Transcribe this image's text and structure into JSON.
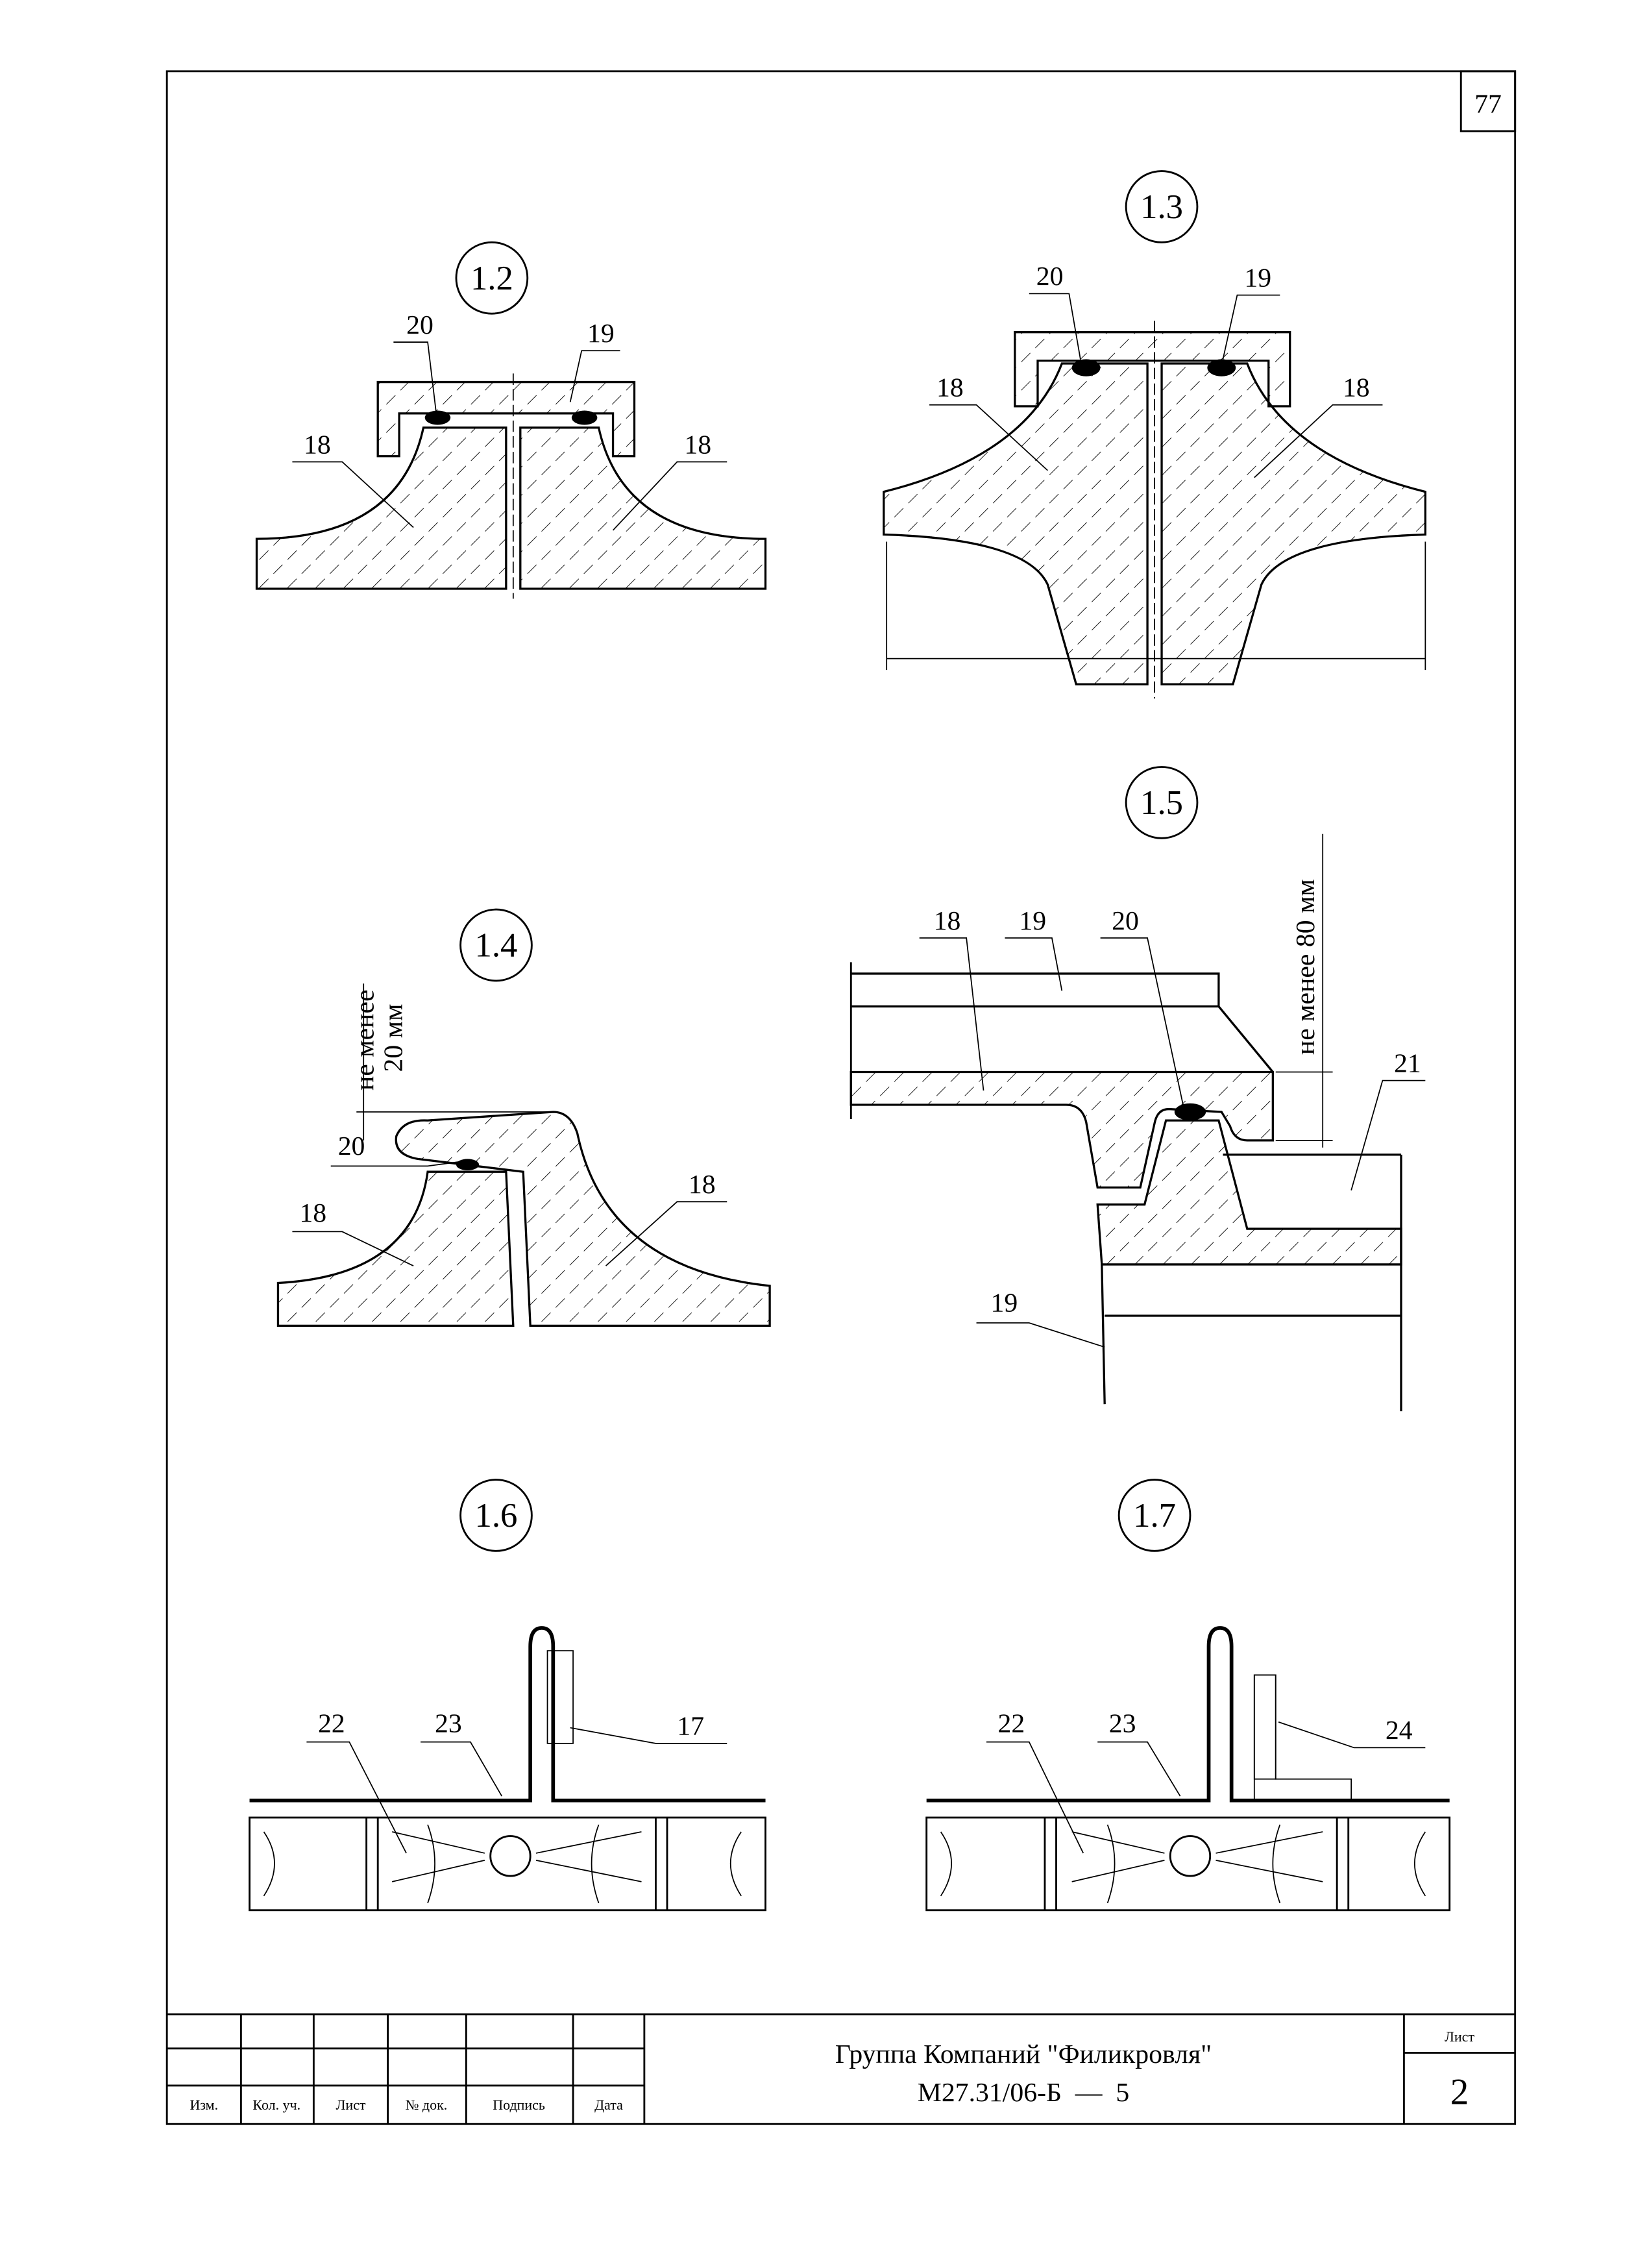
{
  "sheet_number": "77",
  "figures": {
    "f12": {
      "id": "1.2",
      "callouts": [
        "20",
        "19",
        "18",
        "18"
      ]
    },
    "f13": {
      "id": "1.3",
      "callouts": [
        "20",
        "19",
        "18",
        "18"
      ]
    },
    "f14": {
      "id": "1.4",
      "callouts": [
        "20",
        "18",
        "18"
      ],
      "dimension": [
        "не менее",
        "20 мм"
      ]
    },
    "f15": {
      "id": "1.5",
      "callouts": [
        "18",
        "19",
        "20",
        "21",
        "19"
      ],
      "dimension": "не менее 80 мм"
    },
    "f16": {
      "id": "1.6",
      "callouts": [
        "22",
        "23",
        "17"
      ]
    },
    "f17": {
      "id": "1.7",
      "callouts": [
        "22",
        "23",
        "24"
      ]
    }
  },
  "title_block": {
    "columns": [
      "Изм.",
      "Кол. уч.",
      "Лист",
      "№ док.",
      "Подпись",
      "Дата"
    ],
    "company": "Группа Компаний \"Филикровля\"",
    "document_code": "М27.31/06-Б  —  5",
    "sheet_label": "Лист",
    "sheet_value": "2"
  }
}
